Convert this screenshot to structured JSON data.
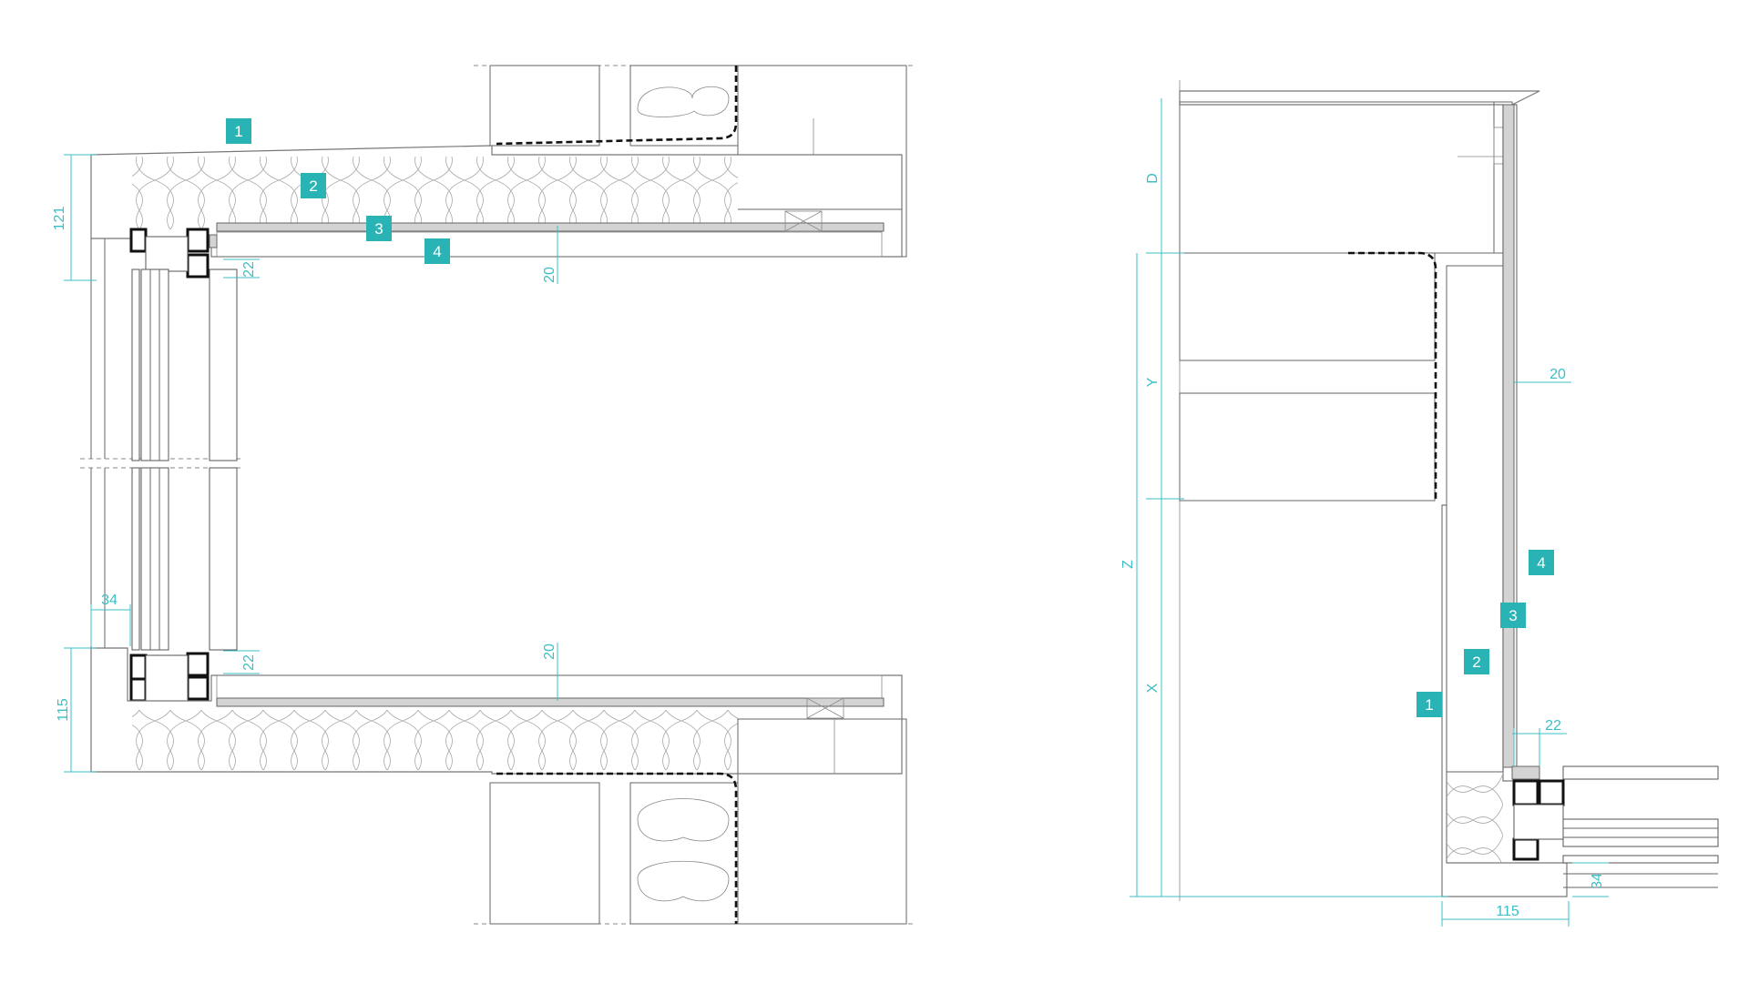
{
  "left_detail": {
    "tags": [
      "1",
      "2",
      "3",
      "4"
    ],
    "dims": {
      "top_reveal": "121",
      "top_frame_gap": "22",
      "top_board": "20",
      "frame_offset": "34",
      "bottom_frame_gap": "22",
      "bottom_board": "20",
      "bottom_reveal": "115"
    }
  },
  "right_detail": {
    "tags": [
      "4",
      "3",
      "2",
      "1"
    ],
    "dims": {
      "D": "D",
      "Y": "Y",
      "Z": "Z",
      "X": "X",
      "board": "20",
      "frame_gap": "22",
      "frame_offset": "34",
      "reveal": "115"
    }
  }
}
